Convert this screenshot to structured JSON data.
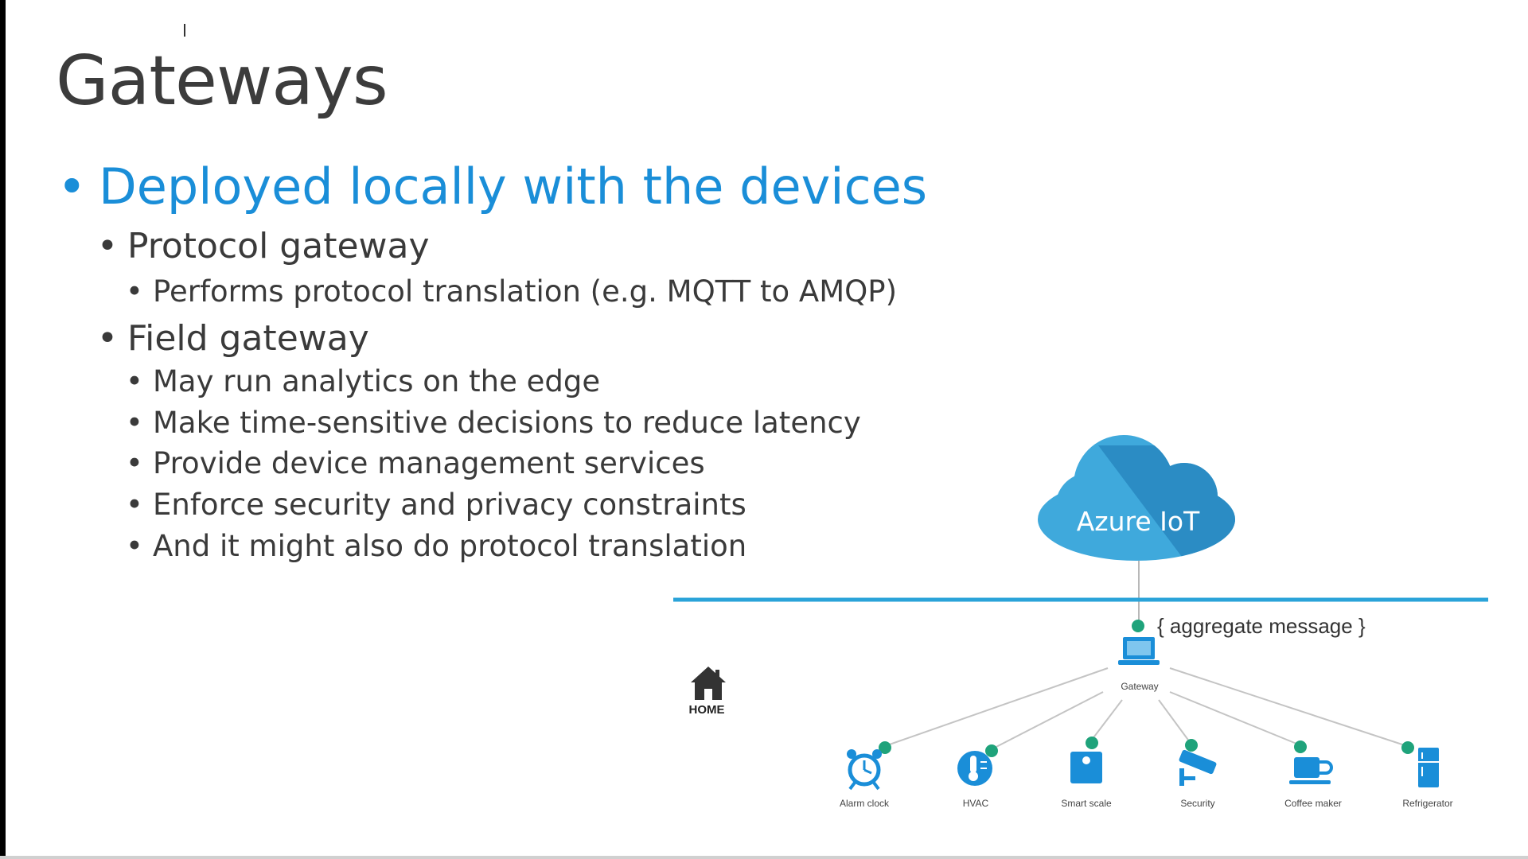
{
  "slide": {
    "title": "Gateways",
    "bullet_main": "Deployed locally with the devices",
    "protocol_gateway": {
      "heading": "Protocol gateway",
      "items": [
        "Performs protocol translation (e.g. MQTT to AMQP)"
      ]
    },
    "field_gateway": {
      "heading": "Field gateway",
      "items": [
        "May run analytics on the edge",
        "Make time-sensitive decisions to reduce latency",
        "Provide device management services",
        "Enforce security and privacy constraints",
        "And it might also do protocol translation"
      ]
    },
    "bullet_glyph": "•"
  },
  "diagram": {
    "cloud_label": "Azure IoT",
    "aggregate_label": "{  aggregate message }",
    "gateway_label": "Gateway",
    "home_label": "HOME",
    "devices": [
      {
        "label": "Alarm clock",
        "icon": "alarm-clock-icon"
      },
      {
        "label": "HVAC",
        "icon": "thermometer-icon"
      },
      {
        "label": "Smart scale",
        "icon": "scale-icon"
      },
      {
        "label": "Security",
        "icon": "security-camera-icon"
      },
      {
        "label": "Coffee maker",
        "icon": "coffee-cup-icon"
      },
      {
        "label": "Refrigerator",
        "icon": "refrigerator-icon"
      }
    ],
    "colors": {
      "accent_blue": "#1a8ed8",
      "cloud_light": "#3fa9dc",
      "cloud_dark": "#2b8cc4",
      "line_blue": "#2aa3d9",
      "connector_green": "#1fa37b",
      "text_dark": "#3a3a3a"
    }
  }
}
